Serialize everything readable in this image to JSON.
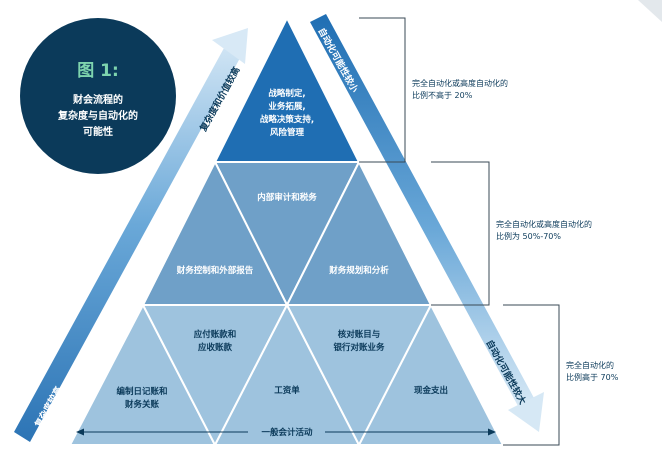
{
  "title_badge": {
    "figure_label": "图 1:",
    "lines": [
      "财会流程的",
      "复杂度与自动化的",
      "可能性"
    ]
  },
  "pyramid": {
    "top": [
      "战略制定,",
      "业务拓展,",
      "战略决策支持,",
      "风险管理"
    ],
    "middle": {
      "center": "内部审计和税务",
      "left": "财务控制和外部报告",
      "right": "财务规划和分析"
    },
    "bottom": {
      "ap_ar": [
        "应付账款和",
        "应收账款"
      ],
      "reconciliation": [
        "核对账目与",
        "银行对账业务"
      ],
      "journal": [
        "编制日记账和",
        "财务关账"
      ],
      "payroll": "工资单",
      "cash": "现金支出",
      "general": "一般会计活动"
    }
  },
  "arrows": {
    "left": "复杂度较高",
    "left_upper": "复杂度和价值较高",
    "right_upper": "自动化可能性较小",
    "right_lower": "自动化可能性较大"
  },
  "brackets": {
    "top": [
      "完全自动化或高度自动化的",
      "比例不高于 20%"
    ],
    "middle": [
      "完全自动化或高度自动化的",
      "比例为 50%-70%"
    ],
    "bottom": [
      "完全自动化的",
      "比例高于 70%"
    ]
  },
  "colors": {
    "navy": "#0b3a5a",
    "badge_green": "#7ed4ae",
    "tier_top": "#1f6eb3",
    "tier_mid": "#6fa0c8",
    "tier_bottom": "#9ec3de",
    "edge": "#ffffff"
  }
}
